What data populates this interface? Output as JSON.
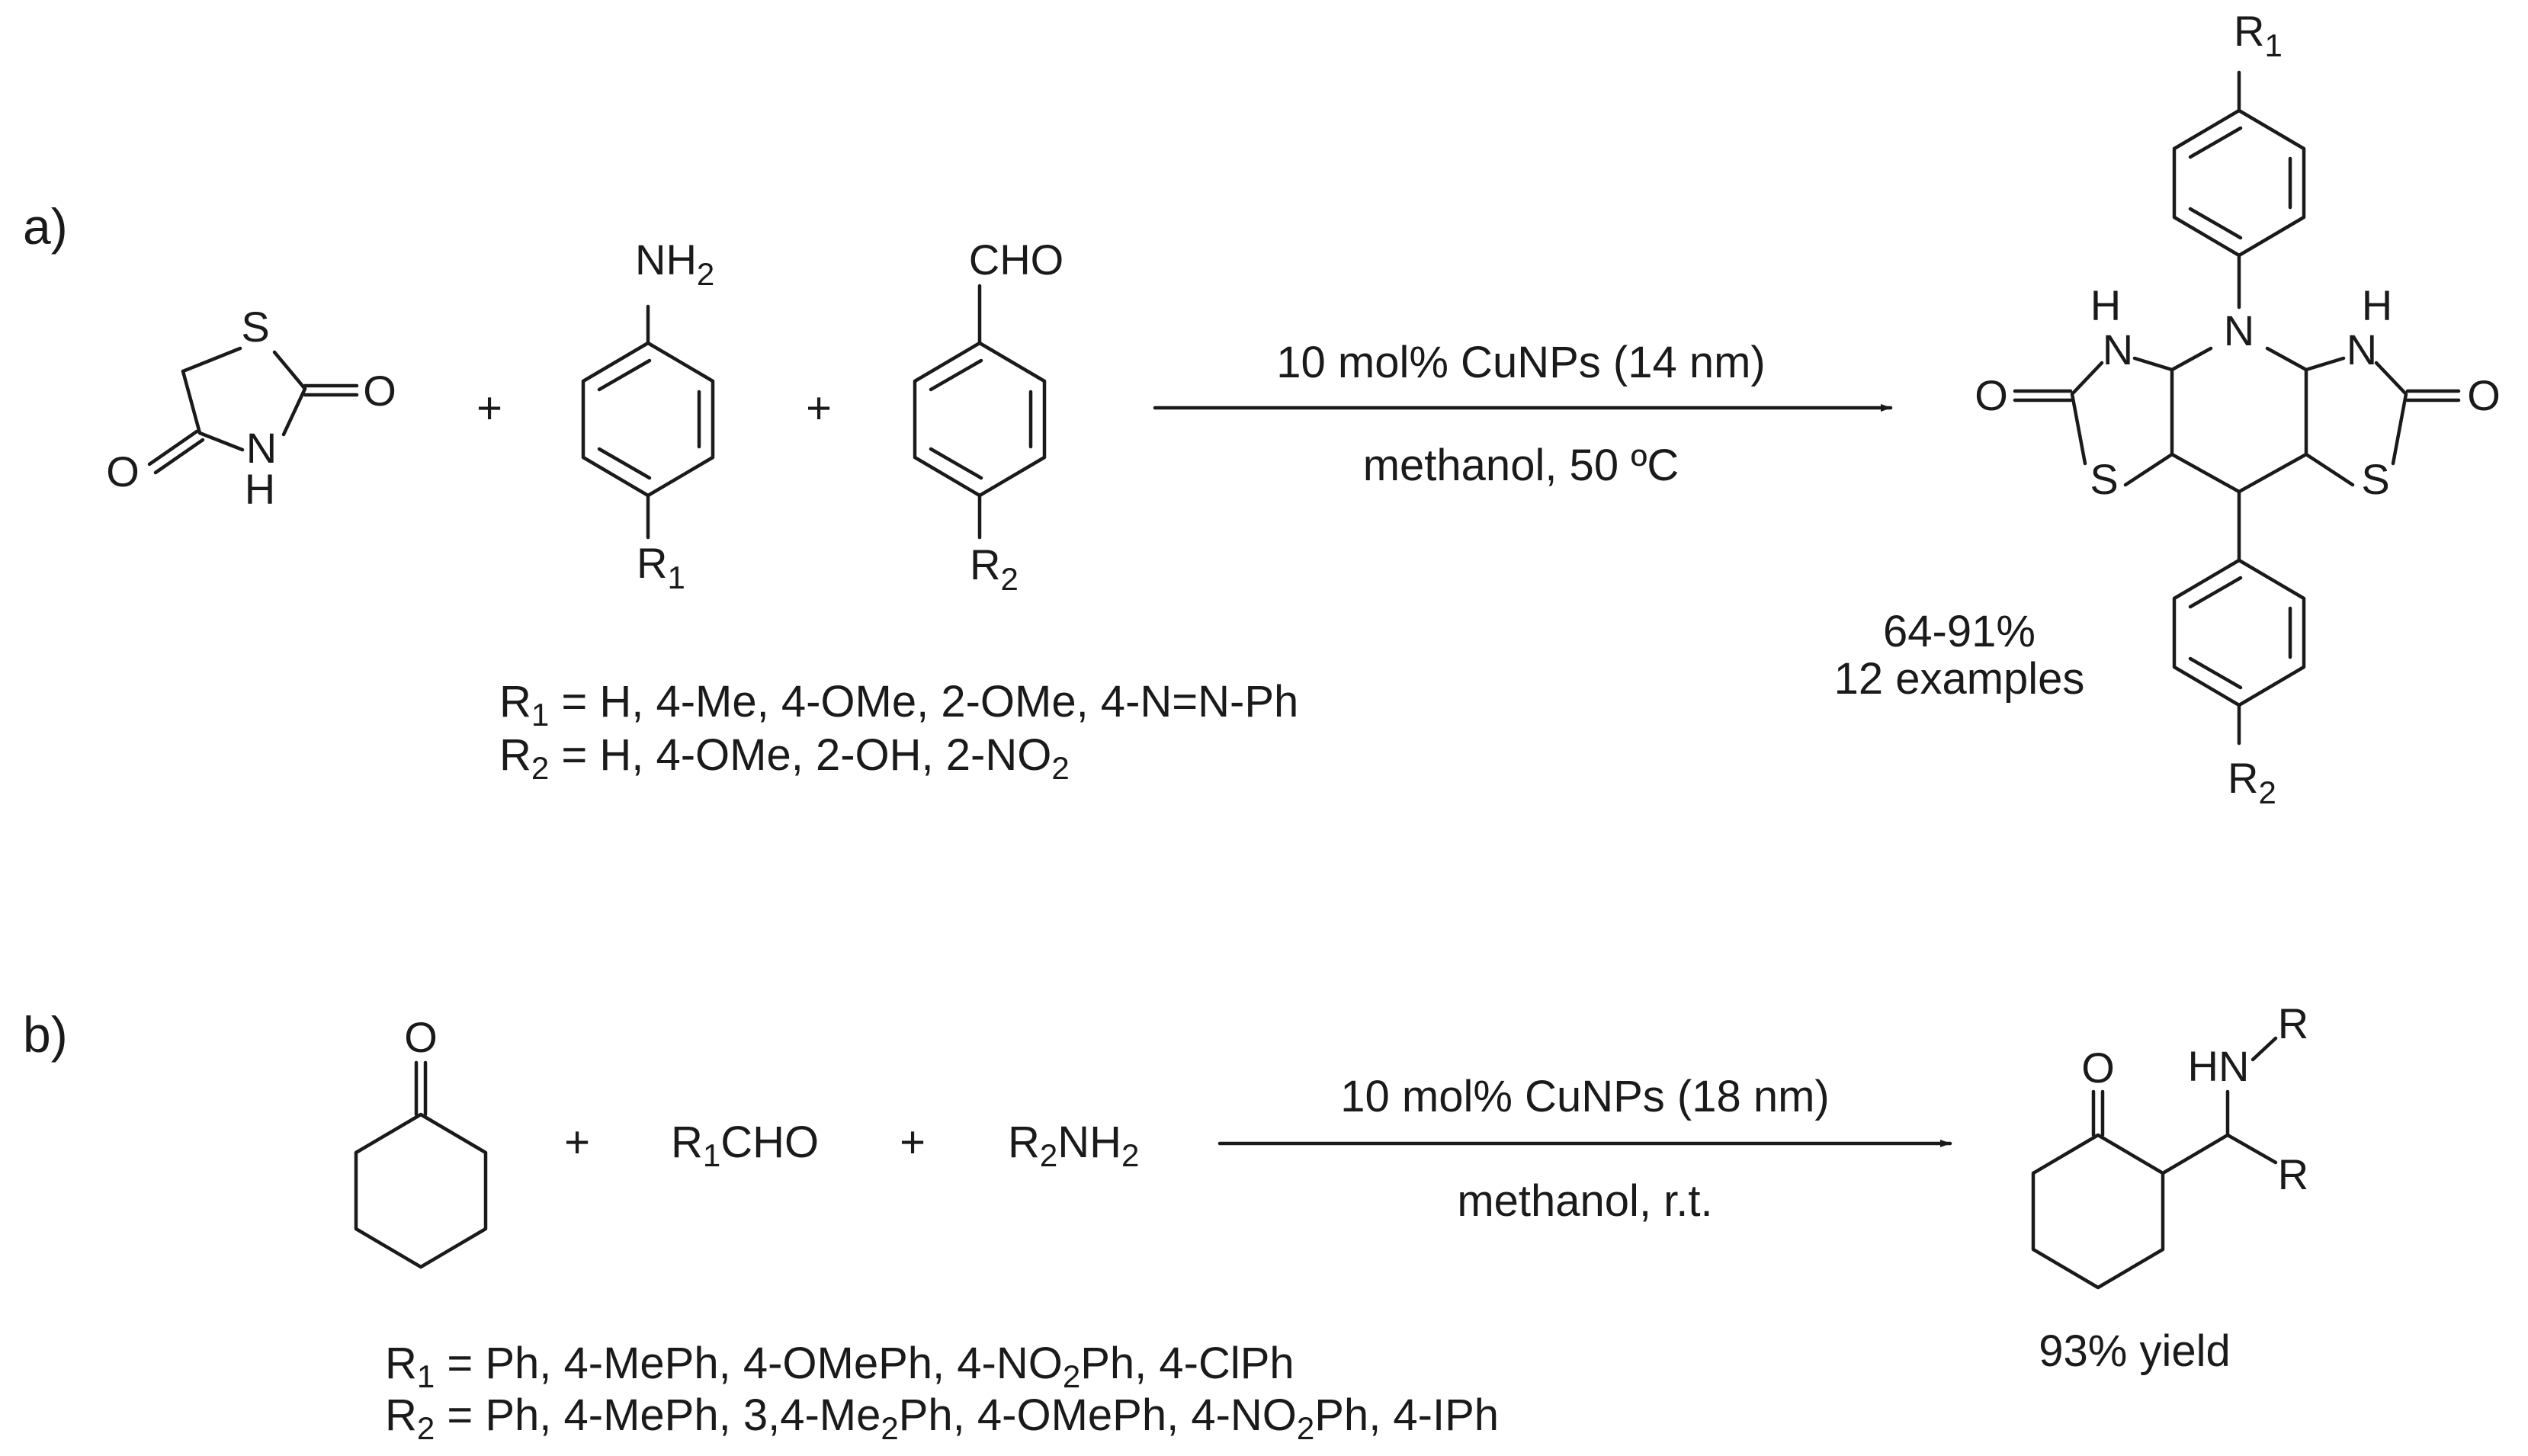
{
  "panel_a": {
    "label": "a)",
    "thiazolidinedione": {
      "atom_s": "S",
      "atom_o_carbonyl_2": "O",
      "atom_o_carbonyl_4": "O",
      "atom_n": "N",
      "atom_h": "H"
    },
    "aniline": {
      "amine": "NH",
      "amine_sub": "2",
      "substituent": "R",
      "substituent_sub": "1"
    },
    "benzaldehyde": {
      "aldehyde": "CHO",
      "substituent": "R",
      "substituent_sub": "2"
    },
    "plus_1": "+",
    "plus_2": "+",
    "conditions_top": "10 mol% CuNPs (14 nm)",
    "conditions_bottom": "methanol, 50 ºC",
    "r1_def": {
      "prefix": "R",
      "sub": "1",
      "text": " = H, 4-Me, 4-OMe, 2-OMe, 4-N=N-Ph"
    },
    "r2_def": {
      "prefix": "R",
      "sub": "2",
      "text_1": " = H, 4-OMe, 2-OH, 2-NO",
      "sub_2": "2"
    },
    "product": {
      "top_sub": "R",
      "top_sub_index": "1",
      "bottom_sub": "R",
      "bottom_sub_index": "2",
      "n_center": "N",
      "n_left": "N",
      "n_right": "N",
      "h_left": "H",
      "h_right": "H",
      "s_left": "S",
      "s_right": "S",
      "o_left": "O",
      "o_right": "O"
    },
    "yield_line_1": "64-91%",
    "yield_line_2": "12 examples"
  },
  "panel_b": {
    "label": "b)",
    "cyclohexanone_o": "O",
    "aldehyde": {
      "prefix": "R",
      "sub": "1",
      "text": "CHO"
    },
    "amine": {
      "prefix": "R",
      "sub": "2",
      "text": "NH",
      "sub_2": "2"
    },
    "plus_1": "+",
    "plus_2": "+",
    "conditions_top": "10 mol% CuNPs (18 nm)",
    "conditions_bottom": "methanol, r.t.",
    "product": {
      "o": "O",
      "hn": "HN",
      "r_top": "R",
      "r_right": "R"
    },
    "yield": "93% yield",
    "r1_def": {
      "prefix": "R",
      "sub": "1",
      "text_1": " = Ph, 4-MePh, 4-OMePh, 4-NO",
      "sub_2": "2",
      "text_2": "Ph, 4-ClPh"
    },
    "r2_def": {
      "prefix": "R",
      "sub": "2",
      "text_1": " = Ph, 4-MePh, 3,4-Me",
      "sub_2": "2",
      "text_2": "Ph, 4-OMePh, 4-NO",
      "sub_3": "2",
      "text_3": "Ph, 4-IPh"
    }
  }
}
